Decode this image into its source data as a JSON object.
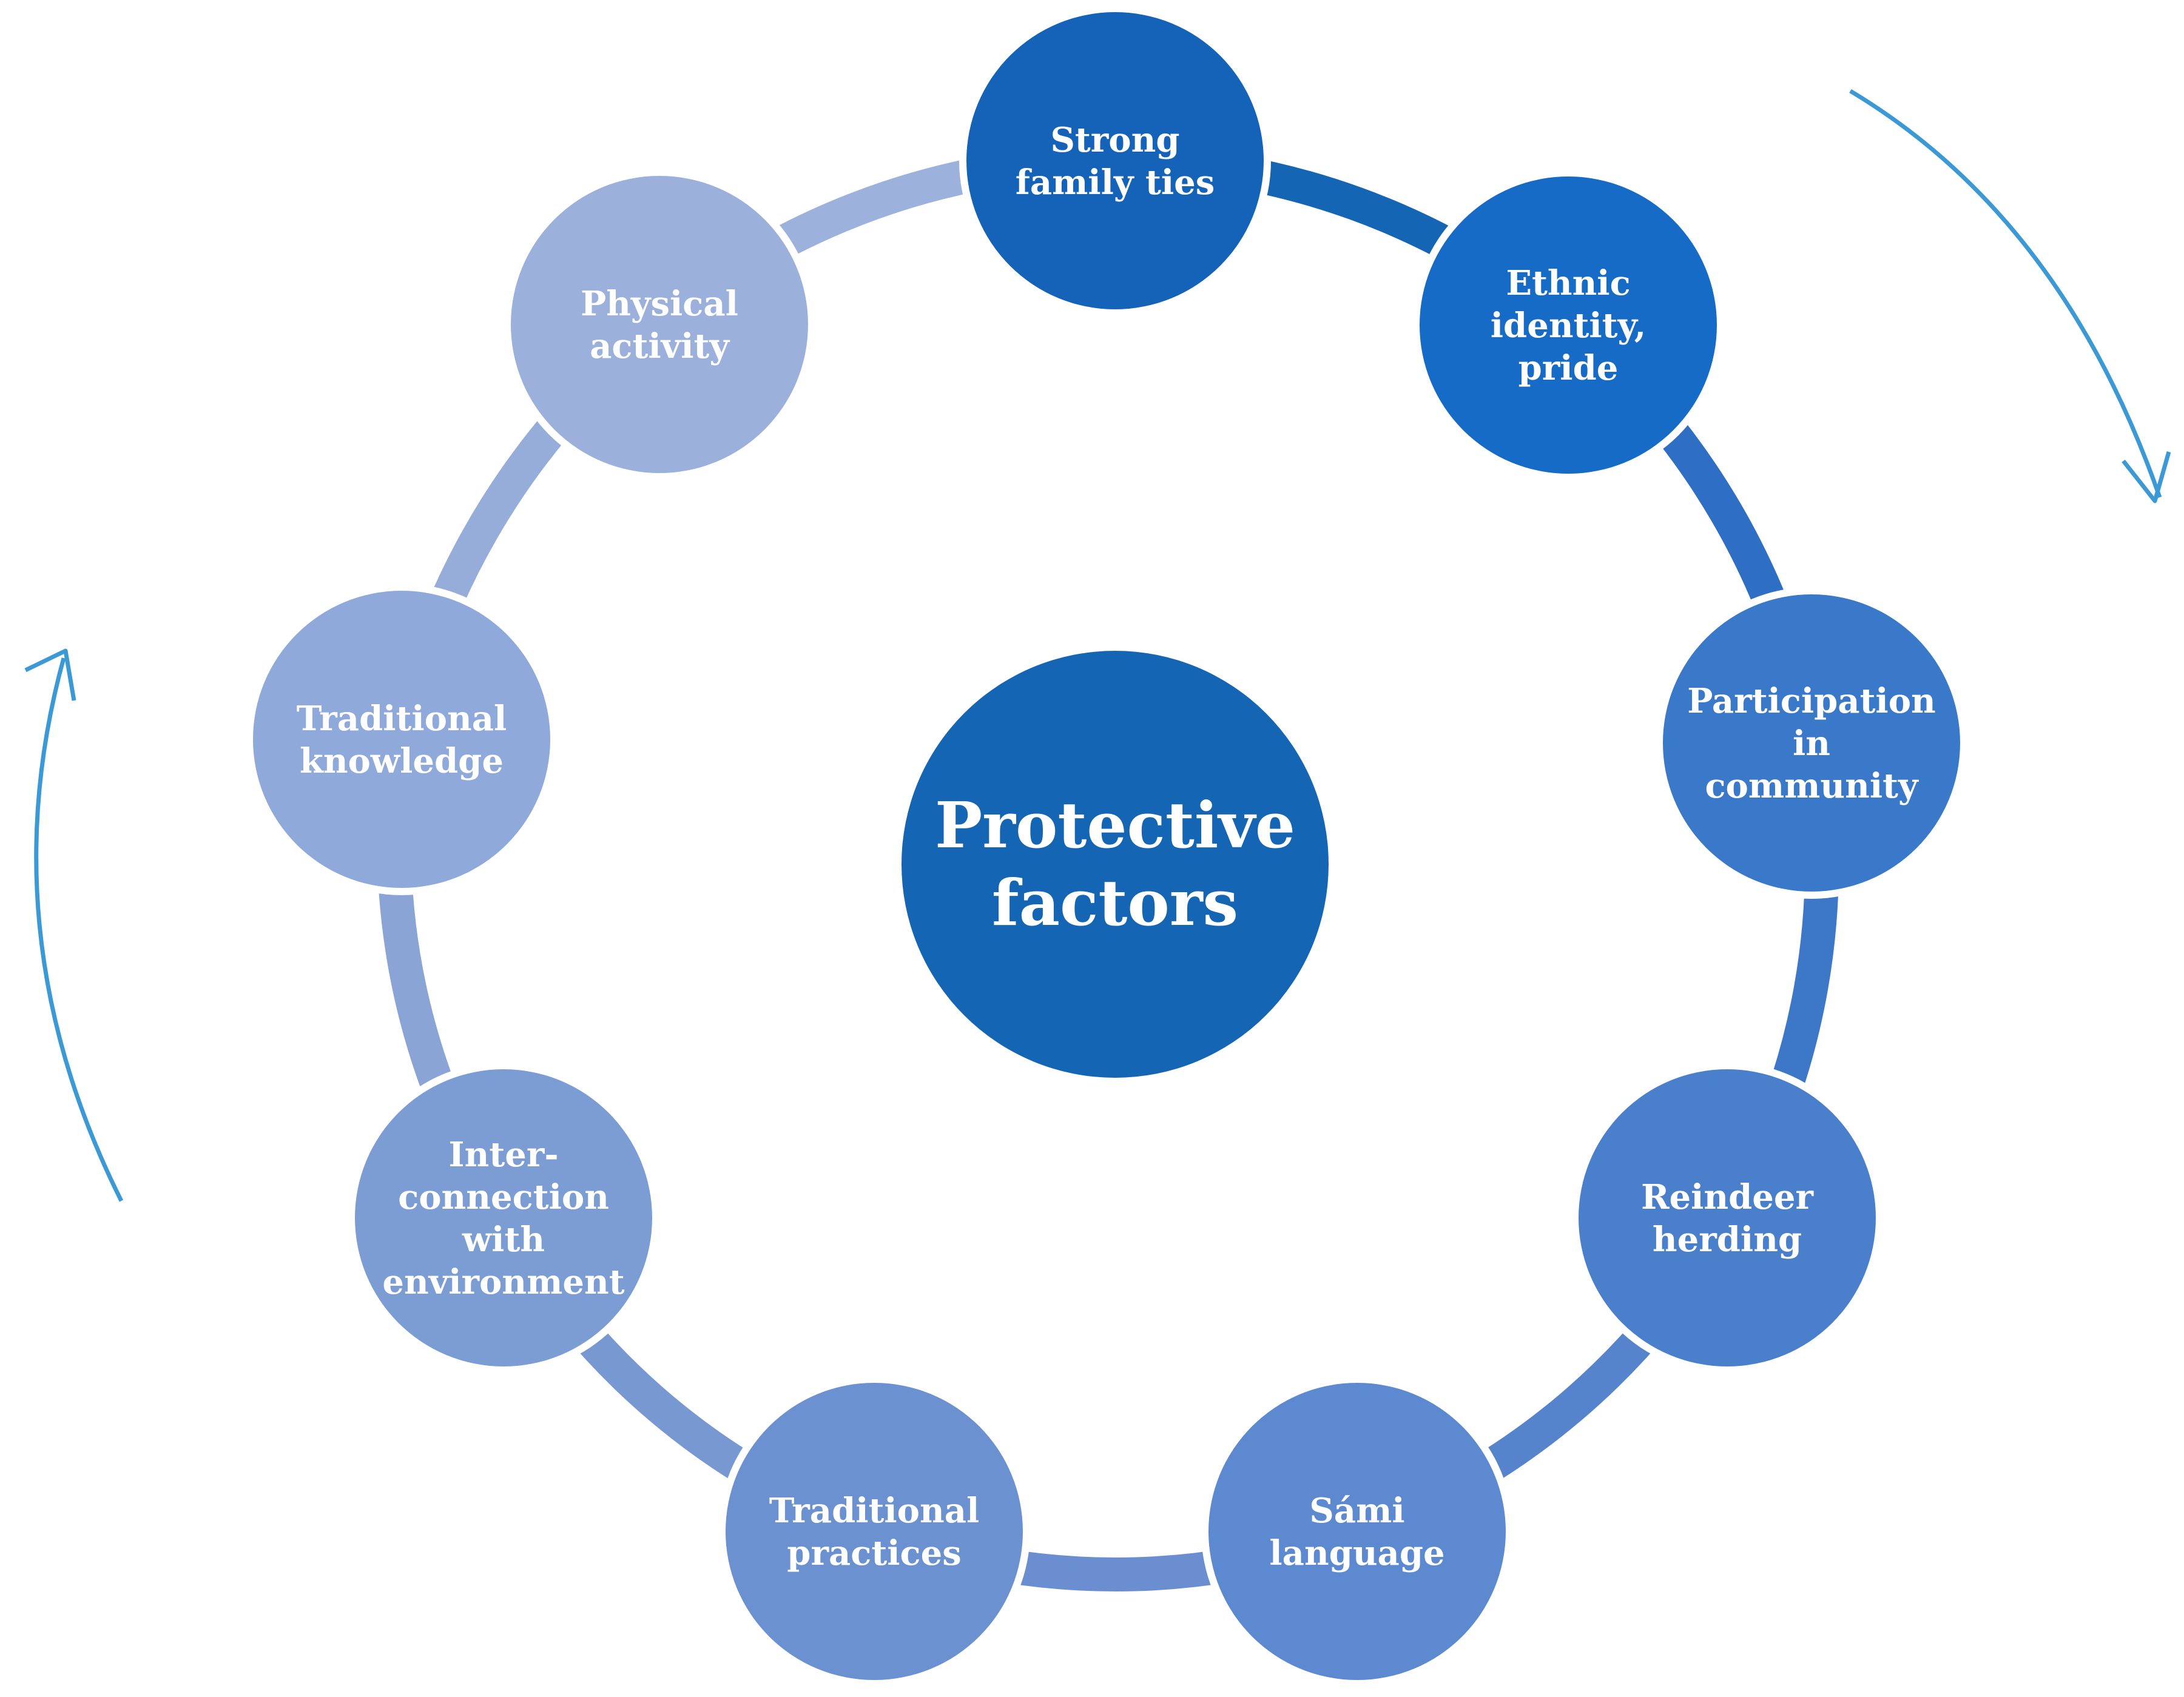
{
  "center": {
    "lines": [
      "Protective",
      "factors"
    ],
    "color": "#1565B5"
  },
  "nodes": [
    {
      "lines": [
        "Strong",
        "family ties"
      ],
      "color": "#1463B9"
    },
    {
      "lines": [
        "Ethnic",
        "identity,",
        "pride"
      ],
      "color": "#156BC5"
    },
    {
      "lines": [
        "Participation",
        "in",
        "community"
      ],
      "color": "#3A79C9"
    },
    {
      "lines": [
        "Reindeer",
        "herding"
      ],
      "color": "#4A7FCB"
    },
    {
      "lines": [
        "Sámi",
        "language"
      ],
      "color": "#5C89CF"
    },
    {
      "lines": [
        "Traditional",
        "practices"
      ],
      "color": "#6B91D0"
    },
    {
      "lines": [
        "Inter-",
        "connection",
        "with",
        "environment"
      ],
      "color": "#7C9DD4"
    },
    {
      "lines": [
        "Traditional",
        "knowledge"
      ],
      "color": "#8FA9DA"
    },
    {
      "lines": [
        "Physical",
        "activity"
      ],
      "color": "#9BB1DC"
    }
  ],
  "connector_colors": [
    "#1565B5",
    "#2E6EC4",
    "#3D78C8",
    "#5584CC",
    "#6A8ECF",
    "#7898D2",
    "#8AA4D6",
    "#96ADDA",
    "#9CB2DC"
  ],
  "arrow_color": "#3B9AD6",
  "icons": [
    "clockwise-arrow-icon",
    "counterclockwise-arrow-icon"
  ]
}
